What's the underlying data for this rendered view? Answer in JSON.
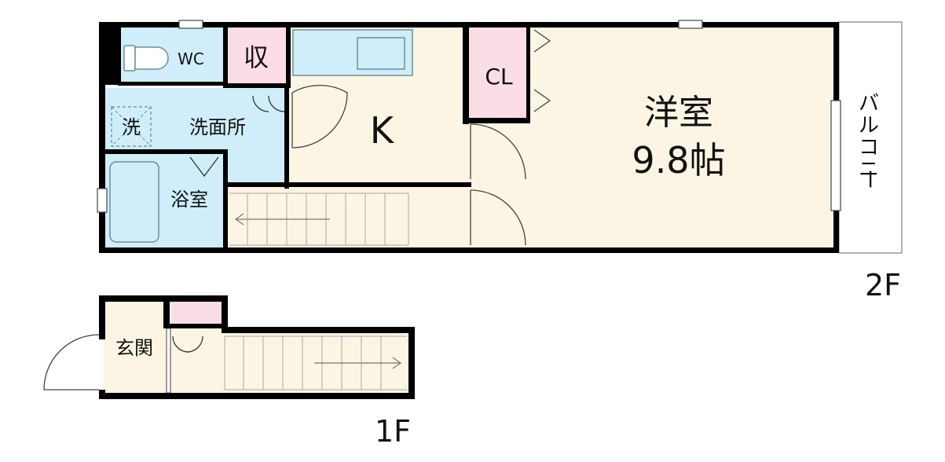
{
  "floors": {
    "upper": {
      "label": "2F",
      "rooms": {
        "wc": "WC",
        "storage": "収",
        "closet": "CL",
        "kitchen": "K",
        "washroom": "洗面所",
        "washer": "洗",
        "bathroom": "浴室",
        "western_room_name": "洋室",
        "western_room_size": "9.8帖"
      },
      "balcony_chars": [
        "バ",
        "ル",
        "コ",
        "ニ",
        "ー"
      ]
    },
    "lower": {
      "label": "1F",
      "rooms": {
        "entrance": "玄関"
      }
    }
  },
  "colors": {
    "wall": "#000000",
    "wet_area": "#cfeefa",
    "living_floor": "#fdf5e4",
    "storage": "#fbdde6",
    "fixture_line": "#6f8d98",
    "stair_line": "#b5b5b5"
  }
}
